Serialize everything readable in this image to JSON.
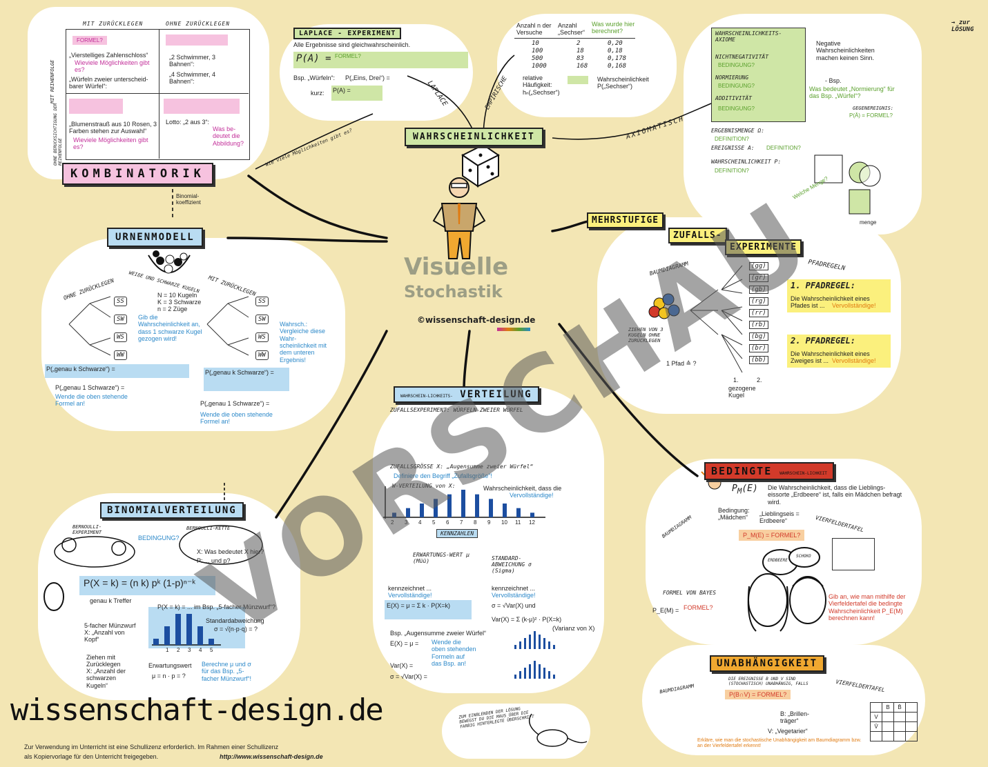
{
  "corner_link": "→ zur LÖSUNG",
  "center": {
    "title1": "Visuelle",
    "title2": "Stochastik",
    "copyright": "©wissenschaft-design.de"
  },
  "footer": {
    "logo": "wissenschaft-design.de",
    "line1": "Zur Verwendung im Unterricht ist eine Schullizenz erforderlich. Im Rahmen einer Schullizenz",
    "line2": "als Kopiervorlage für den Unterricht freigegeben.",
    "url": "http://www.wissenschaft-design.de"
  },
  "kombinatorik": {
    "title": "KOMBINATORIK",
    "col1": "MIT ZURÜCKLEGEN",
    "col2": "OHNE ZURÜCKLEGEN",
    "side1": "MIT REIHENFOLGE",
    "side2": "OHNE BERÜCKSICHTIGUNG DER REIHENFOLGE",
    "formel": "FORMEL?",
    "q1": "„Vierstelliges Zahlenschloss“",
    "q1b": "Wieviele Möglichkeiten gibt es?",
    "q2": "„Würfeln zweier unterscheid-barer Würfel“:",
    "q3": "„2 Schwimmer, 3 Bahnen“:",
    "q4": "„4 Schwimmer, 4 Bahnen“:",
    "q5": "„Blumenstrauß aus 10 Rosen, 3 Farben stehen zur Auswahl“",
    "q5b": "Wieviele Möglichkeiten gibt es?",
    "q6": "Lotto: „2 aus 3“:",
    "q6b": "Was be-deutet die Abbildung?",
    "arrow_label": "Wie viele Möglichkeiten gibt es?",
    "binom_label": "Binomial-koeffizient"
  },
  "laplace": {
    "title": "LAPLACE - EXPERIMENT",
    "subtitle": "Alle Ergebnisse sind gleichwahrscheinlich.",
    "formula_left": "P(A) =",
    "formula": "FORMEL?",
    "bsp": "Bsp. „Würfeln“:",
    "bsp2": "P(„Eins, Drei“) =",
    "kurz": "kurz:",
    "kurz2": "P(A) =",
    "branch": "LAPLACE"
  },
  "empirisch": {
    "branch": "EMPIRISCHE",
    "h1": "Anzahl n der Versuche",
    "h2": "Anzahl „Sechser“",
    "h3": "Was wurde hier berechnet?",
    "rows": [
      [
        "10",
        "2",
        "0,20"
      ],
      [
        "100",
        "18",
        "0,18"
      ],
      [
        "500",
        "83",
        "0,178"
      ],
      [
        "1000",
        "168",
        "0,168"
      ]
    ],
    "rel": "relative Häufigkeit: hₙ(„Sechser“)",
    "prob": "Wahrscheinlichkeit P(„Sechser“)"
  },
  "wahrscheinlichkeit": {
    "title": "WAHRSCHEINLICHKEIT",
    "branch": "AXIOMATISCH"
  },
  "axiome": {
    "title": "WAHRSCHEINLICHKEITS-AXIOME",
    "a1": "NICHTNEGATIVITÄT",
    "b1": "BEDINGUNG?",
    "a2": "NORMIERUNG",
    "b2": "BEDINGUNG?",
    "a3": "ADDITIVITÄT",
    "b3": "BEDINGUNG?",
    "neg": "Negative Wahrscheinlichkeiten machen keinen Sinn.",
    "bsp": "- Bsp.",
    "norm_q": "Was bedeutet „Normierung“ für das Bsp. „Würfel“?",
    "gegen": "GEGENEREIGNIS:",
    "gegen_f": "P(Ā) = FORMEL?",
    "e1": "ERGEBNISMENGE Ω:",
    "d1": "DEFINITION?",
    "e2": "EREIGNISSE A:",
    "d2": "DEFINITION?",
    "e3": "WAHRSCHEINLICHKEIT P:",
    "d3": "DEFINITION?",
    "menge": "menge",
    "venn": "Welche Menge?"
  },
  "mehrstufig": {
    "title1": "MEHRSTUFIGE",
    "title2": "ZUFALLS-",
    "title3": "EXPERIMENTE",
    "baum": "BAUMDIAGRAMM",
    "pfad": "PFADREGELN",
    "r1": "1. PFADREGEL:",
    "r1t": "Die Wahrscheinlichkeit eines Pfades ist ...",
    "r1v": "Vervollständige!",
    "r2": "2. PFADREGEL:",
    "r2t": "Die Wahrscheinlichkeit eines Zweiges ist ...",
    "r2v": "Vervollständige!",
    "ziehen": "ZIEHEN VON 3 KUGELN OHNE ZURÜCKLEGEN",
    "pfad_q": "1 Pfad ≙ ?",
    "outcomes": [
      "(gg)",
      "(gr)",
      "(gb)",
      "(rg)",
      "(rr)",
      "(rb)",
      "(bg)",
      "(br)",
      "(bb)"
    ],
    "kugel1": "1.",
    "kugel2": "2.",
    "gez": "gezogene Kugel"
  },
  "urnenmodell": {
    "title": "URNENMODELL",
    "arc": "WEIßE UND SCHWARZE KUGELN",
    "ohne": "OHNE ZURÜCKLEGEN",
    "mit": "MIT ZURÜCKLEGEN",
    "n": "N = 10 Kugeln",
    "k": "K = 3 Schwarze",
    "z": "n = 2 Züge",
    "q1": "Gib die Wahrscheinlichkeit an, dass 1 schwarze Kugel gezogen wird!",
    "q2": "Wahrsch.: Vergleiche diese Wahr-scheinlichkeit mit dem unteren Ergebnis!",
    "p1": "P(„genau k Schwarze“) =",
    "p2": "P(„genau 1 Schwarze“) =",
    "hint": "Wende die oben stehende Formel an!",
    "p3": "P(„genau k Schwarze“) =",
    "p4": "P(„genau 1 Schwarze“) =",
    "hint2": "Wende die oben stehende Formel an!",
    "leaves1": [
      "SS",
      "SW",
      "WS",
      "WW"
    ],
    "leaves2": [
      "SS",
      "SW",
      "WS",
      "WW"
    ]
  },
  "verteilung": {
    "title": "VERTEILUNG",
    "pre": "WAHRSCHEIN-LICHKEITS-",
    "exp": "ZUFALLSEXPERIMENT: WÜRFELN ZWEIER WÜRFEL",
    "zg": "ZUFALLSGRÖSSE X: „Augensumme zweier Würfel“",
    "def": "Definiere den Begriff „Zufallsgröße“!",
    "wv": "W-VERTEILUNG von X:",
    "wv_t": "Wahrscheinlichkeit, dass die",
    "wv_v": "Vervollständige!",
    "kenn": "KENNZAHLEN",
    "ew": "ERWARTUNGS-WERT μ (Müü)",
    "sa": "STANDARD-ABWEICHUNG σ (Sigma)",
    "k1": "kennzeichnet ...",
    "v1": "Vervollständige!",
    "k2": "kennzeichnet ...",
    "v2": "Vervollständige!",
    "f1": "E(X) = μ = Σ k · P(X=k)",
    "f2": "σ = √Var(X)  und",
    "f3": "Var(X) = Σ (k-μ)² · P(X=k)",
    "f3b": "(Varianz von X)",
    "bsp": "Bsp. „Augensumme zweier Würfel“",
    "ex": "E(X) = μ =",
    "ex_h": "Wende die oben stehenden Formeln auf das Bsp. an!",
    "var": "Var(X) =",
    "sig": "σ = √Var(X) =",
    "xticks": [
      "2",
      "3",
      "4",
      "5",
      "6",
      "7",
      "8",
      "9",
      "10",
      "11",
      "12"
    ],
    "bars": [
      1,
      2,
      3,
      4,
      5,
      6,
      5,
      4,
      3,
      2,
      1
    ]
  },
  "binomial": {
    "title": "BINOMIALVERTEILUNG",
    "bern": "BERNOULLI-EXPERIMENT",
    "bed": "BEDINGUNG?",
    "bk": "BERNOULLI-KETTE",
    "x": "X: Was bedeutet X hier?",
    "p": "P: ... und p?",
    "formula": "P(X = k) = (n k) pᵏ (1-p)ⁿ⁻ᵏ",
    "treffer": "genau k Treffer",
    "muenz": "P(X = k) = ... im Bsp. „5-facher Münzwurf“?",
    "m1": "5-facher Münzwurf",
    "m1x": "X: „Anzahl von Kopf“",
    "std": "Standardabweichung",
    "std_f": "σ = √(n·p·q) = ?",
    "ziehen": "Ziehen mit Zurücklegen",
    "zx": "X: „Anzahl der schwarzen Kugeln“",
    "ew": "Erwartungswert",
    "ew_f": "μ = n · p = ?",
    "ber": "Berechne μ und σ für das Bsp. „5-facher Münzwurf“!",
    "xticks": [
      "1",
      "2",
      "3",
      "4",
      "5"
    ],
    "bars": [
      1,
      3,
      5,
      5,
      3,
      1
    ]
  },
  "bedingte": {
    "title": "BEDINGTE",
    "title2": "WAHRSCHEIN-LICHKEIT",
    "def": "Die Wahrscheinlichkeit, dass die Lieblings-eissorte „Erdbeere“ ist, falls ein Mädchen befragt wird.",
    "bed": "Bedingung: „Mädchen“",
    "lieb": "„Lieblingseis = Erdbeere“",
    "baum": "BAUMDIAGRAMM",
    "vier": "VIERFELDERTAFEL",
    "formel": "P_M(E) = FORMEL?",
    "bayes": "FORMEL VON BAYES",
    "pm": "P_E(M) =",
    "pm_f": "FORMEL?",
    "q": "Gib an, wie man mithilfe der Vierfeldertafel die bedingte Wahrscheinlichkeit P_E(M) berechnen kann!",
    "bubble1": "ERDBEERE",
    "bubble2": "SCHOKO"
  },
  "unabhaengigkeit": {
    "title": "UNABHÄNGIGKEIT",
    "def": "DIE EREIGNISSE B UND V SIND (STOCHASTISCH) UNABHÄNGIG, FALLS",
    "formel": "P(B∩V) = FORMEL?",
    "baum": "BAUMDIAGRAMM",
    "vier": "VIERFELDERTAFEL",
    "b": "B: „Brillen-träger“",
    "v": "V: „Vegetarier“",
    "q": "Erkläre, wie man die stochastische Unabhängigkeit am Baumdiagramm bzw. an der Vierfeldertafel erkennt!",
    "table": [
      [
        "",
        "B",
        "B̄",
        ""
      ],
      [
        "V",
        "",
        "",
        ""
      ],
      [
        "V̄",
        "",
        "",
        ""
      ],
      [
        "",
        "",
        "",
        ""
      ]
    ]
  },
  "mouse": {
    "text": "ZUM EINBLENDEN DER LÖSUNG BEWEGST DU DIE MAUS ÜBER DIE FARBIG HINTERLEGTE ÜBERSCHRIFT"
  },
  "watermark": "VORSCHAU"
}
